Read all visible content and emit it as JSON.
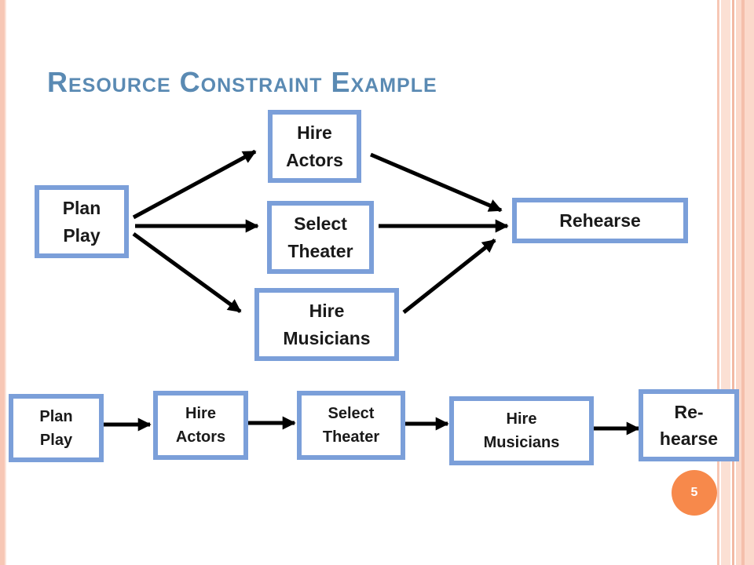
{
  "slide": {
    "title": "Resource Constraint Example",
    "page_number": "5"
  },
  "network_diagram": {
    "nodes": [
      {
        "id": "plan",
        "lines": [
          "Plan",
          "Play"
        ]
      },
      {
        "id": "actors",
        "lines": [
          "Hire",
          "Actors"
        ]
      },
      {
        "id": "theater",
        "lines": [
          "Select",
          "Theater"
        ]
      },
      {
        "id": "musicians",
        "lines": [
          "Hire",
          "Musicians"
        ]
      },
      {
        "id": "rehearse",
        "lines": [
          "Rehearse"
        ]
      }
    ],
    "edges": [
      {
        "from": "plan",
        "to": "actors"
      },
      {
        "from": "plan",
        "to": "theater"
      },
      {
        "from": "plan",
        "to": "musicians"
      },
      {
        "from": "actors",
        "to": "rehearse"
      },
      {
        "from": "theater",
        "to": "rehearse"
      },
      {
        "from": "musicians",
        "to": "rehearse"
      }
    ]
  },
  "sequence_diagram": {
    "nodes": [
      {
        "id": "plan",
        "lines": [
          "Plan",
          "Play"
        ]
      },
      {
        "id": "actors",
        "lines": [
          "Hire",
          "Actors"
        ]
      },
      {
        "id": "theater",
        "lines": [
          "Select",
          "Theater"
        ]
      },
      {
        "id": "musicians",
        "lines": [
          "Hire",
          "Musicians"
        ]
      },
      {
        "id": "rehearse",
        "lines": [
          "Re-",
          "hearse"
        ]
      }
    ],
    "edges": [
      {
        "from": "plan",
        "to": "actors"
      },
      {
        "from": "actors",
        "to": "theater"
      },
      {
        "from": "theater",
        "to": "musicians"
      },
      {
        "from": "musicians",
        "to": "rehearse"
      }
    ]
  },
  "colors": {
    "title": "#5a8ab3",
    "box_border": "#7b9fd9",
    "arrow": "#000000",
    "page_badge": "#f7894b"
  }
}
